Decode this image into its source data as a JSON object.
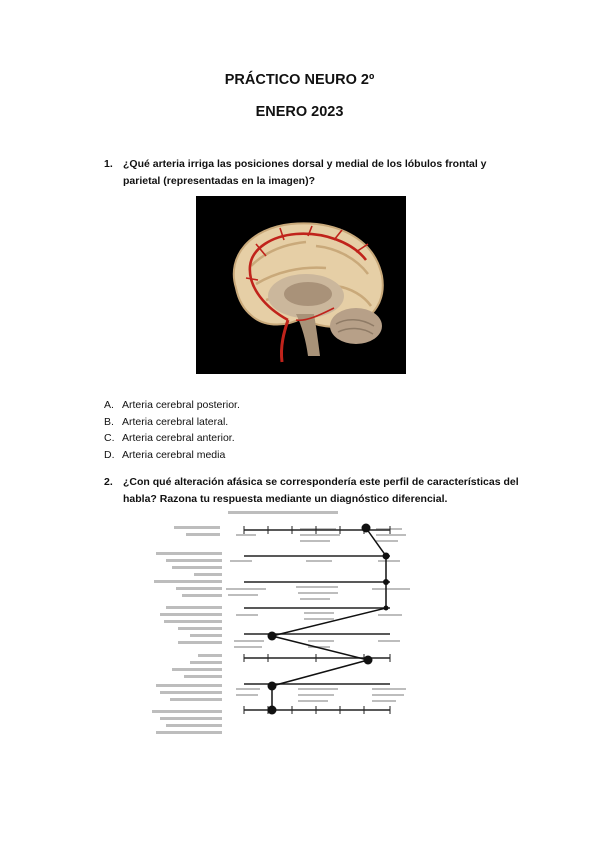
{
  "header": {
    "title": "PRÁCTICO NEURO 2º",
    "date": "ENERO 2023"
  },
  "question1": {
    "number": "1.",
    "text": "¿Qué arteria irriga las posiciones dorsal y medial de los lóbulos frontal y parietal (representadas en la imagen)?",
    "options": [
      {
        "letter": "A.",
        "text": "Arteria cerebral posterior."
      },
      {
        "letter": "B.",
        "text": "Arteria cerebral lateral."
      },
      {
        "letter": "C.",
        "text": "Arteria cerebral anterior."
      },
      {
        "letter": "D.",
        "text": "Arteria cerebral media"
      }
    ]
  },
  "question2": {
    "number": "2.",
    "text": "¿Con qué alteración afásica se correspondería este perfil de características del habla? Razona tu respuesta mediante un diagnóstico diferencial."
  },
  "colors": {
    "artery": "#c0231b",
    "brain_tissue": "#e6cfa6"
  }
}
